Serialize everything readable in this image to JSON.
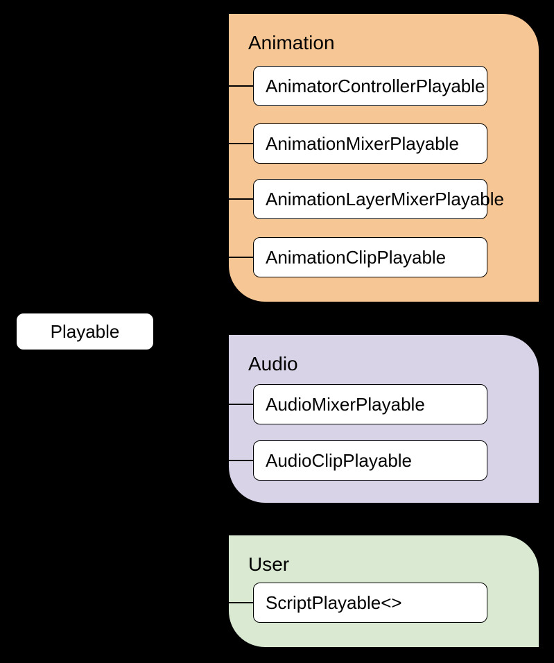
{
  "root": {
    "label": "Playable"
  },
  "groups": [
    {
      "label": "Animation",
      "color": "#F6C794",
      "items": [
        "AnimatorControllerPlayable",
        "AnimationMixerPlayable",
        "AnimationLayerMixerPlayable",
        "AnimationClipPlayable"
      ]
    },
    {
      "label": "Audio",
      "color": "#D8D3E7",
      "items": [
        "AudioMixerPlayable",
        "AudioClipPlayable"
      ]
    },
    {
      "label": "User",
      "color": "#D9E9D2",
      "items": [
        "ScriptPlayable<>"
      ]
    }
  ],
  "colors": {
    "background": "#000000",
    "node_fill": "#FFFFFF",
    "node_border": "#000000",
    "text": "#000000",
    "connector": "#000000"
  }
}
